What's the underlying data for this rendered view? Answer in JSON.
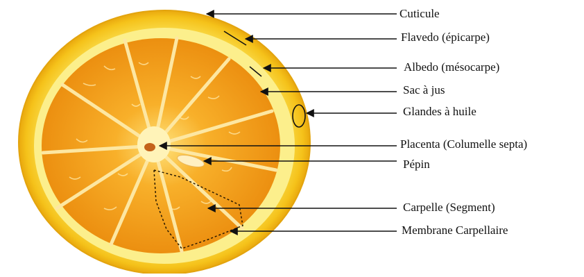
{
  "diagram": {
    "labels": [
      {
        "id": "cuticule",
        "text": "Cuticule"
      },
      {
        "id": "flavedo",
        "text": "Flavedo (épicarpe)"
      },
      {
        "id": "albedo",
        "text": "Albedo (mésocarpe)"
      },
      {
        "id": "sac",
        "text": "Sac à jus"
      },
      {
        "id": "glandes",
        "text": "Glandes à huile"
      },
      {
        "id": "placenta",
        "text": "Placenta (Columelle septa)"
      },
      {
        "id": "pepin",
        "text": "Pépin"
      },
      {
        "id": "carpelle",
        "text": "Carpelle (Segment)"
      },
      {
        "id": "membrane",
        "text": "Membrane Carpellaire"
      }
    ]
  },
  "colors": {
    "rind": "#f7c91a",
    "albedo": "#fbe86a",
    "pulp": "#f39a12",
    "pulp_dark": "#e07f0a",
    "membrane": "#fde9a0",
    "line": "#111111"
  }
}
